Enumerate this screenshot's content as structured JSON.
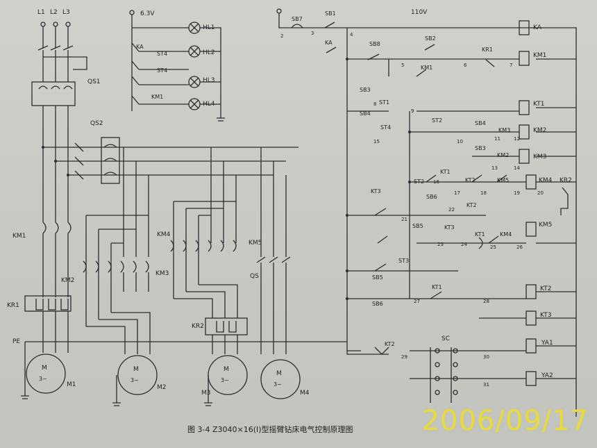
{
  "caption": "图 3-4 Z3040×16(Ⅰ)型摇臂钻床电气控制原理图",
  "date_stamp": "2006/09/17",
  "supply_terminals": [
    "L1",
    "L2",
    "L3"
  ],
  "voltages": {
    "lamp": "6.3V",
    "control": "110V"
  },
  "lamps": [
    "HL1",
    "HL2",
    "HL3",
    "HL4"
  ],
  "lamp_contacts": [
    "KA",
    "ST4",
    "ST4",
    "KM1"
  ],
  "switches": {
    "qs1": "QS1",
    "qs2": "QS2",
    "qs": "QS",
    "pe": "PE"
  },
  "contactors_power": {
    "km1": "KM1",
    "km2": "KM2",
    "km3": "KM3",
    "km4": "KM4",
    "km5": "KM5"
  },
  "overload": {
    "kr1": "KR1",
    "kr2": "KR2"
  },
  "motors": [
    {
      "label": "M1",
      "symbol": "M",
      "phase": "3~"
    },
    {
      "label": "M2",
      "symbol": "M",
      "phase": "3~"
    },
    {
      "label": "M3",
      "symbol": "M",
      "phase": "3~"
    },
    {
      "label": "M4",
      "symbol": "M",
      "phase": "3~"
    }
  ],
  "coils": [
    "KA",
    "KM1",
    "KT1",
    "KM2",
    "KM3",
    "KM4",
    "KR2",
    "KM5",
    "KT2",
    "KT3",
    "YA1",
    "YA2"
  ],
  "control_contacts": [
    "SB7",
    "SB1",
    "KA",
    "SB8",
    "SB2",
    "KR1",
    "KM1",
    "SB3",
    "ST1",
    "SB4",
    "ST4",
    "ST2",
    "SB4",
    "KM3",
    "SB3",
    "KM2",
    "ST2",
    "KT1",
    "KT2",
    "KM5",
    "KT3",
    "SB6",
    "KT2",
    "SB5",
    "KT3",
    "KT1",
    "KM4",
    "ST3",
    "SB5",
    "KT1",
    "SB6",
    "KT2",
    "SC"
  ],
  "wire_numbers": [
    "2",
    "3",
    "4",
    "5",
    "6",
    "7",
    "8",
    "9",
    "10",
    "11",
    "12",
    "13",
    "14",
    "15",
    "16",
    "17",
    "18",
    "19",
    "20",
    "21",
    "22",
    "23",
    "24",
    "25",
    "26",
    "27",
    "28",
    "29",
    "30",
    "31"
  ]
}
